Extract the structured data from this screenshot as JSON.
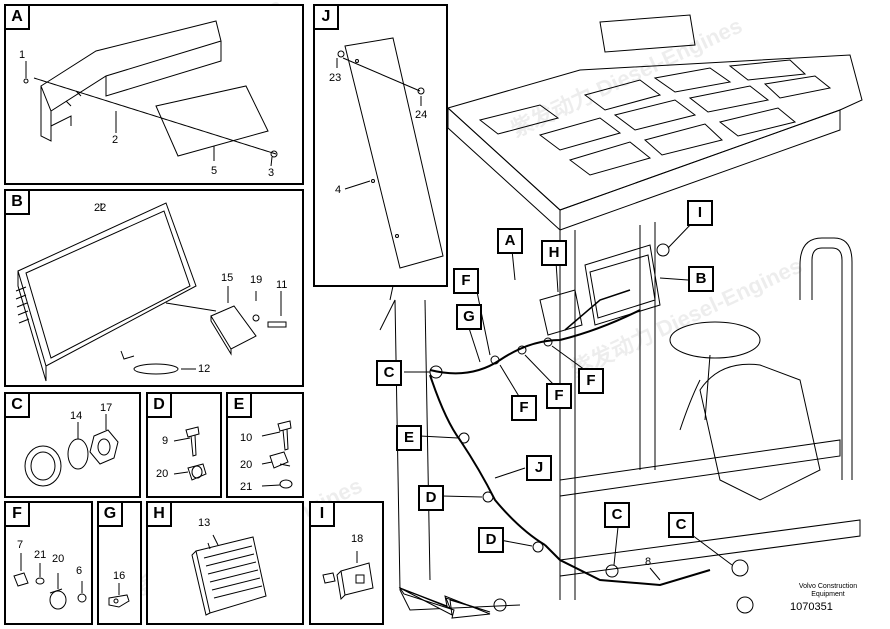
{
  "panels": {
    "A": {
      "label": "A",
      "parts": [
        "1",
        "2",
        "5",
        "3"
      ]
    },
    "B": {
      "label": "B",
      "parts": [
        "22",
        "15",
        "19",
        "11",
        "12"
      ]
    },
    "C": {
      "label": "C",
      "parts": [
        "14",
        "17"
      ]
    },
    "D": {
      "label": "D",
      "parts": [
        "9",
        "20"
      ]
    },
    "E": {
      "label": "E",
      "parts": [
        "10",
        "20",
        "21"
      ]
    },
    "F": {
      "label": "F",
      "parts": [
        "7",
        "21",
        "20",
        "6"
      ]
    },
    "G": {
      "label": "G",
      "parts": [
        "16"
      ]
    },
    "H": {
      "label": "H",
      "parts": [
        "13"
      ]
    },
    "I": {
      "label": "I",
      "parts": [
        "18"
      ]
    },
    "J": {
      "label": "J",
      "parts": [
        "23",
        "24",
        "4"
      ]
    }
  },
  "callouts": {
    "A": "A",
    "B": "B",
    "C1": "C",
    "C2": "C",
    "C3": "C",
    "D1": "D",
    "D2": "D",
    "E": "E",
    "F1": "F",
    "F2": "F",
    "F3": "F",
    "F4": "F",
    "G": "G",
    "H": "H",
    "I": "I",
    "J": "J",
    "part8": "8"
  },
  "footer": {
    "line1": "Volvo Construction",
    "line2": "Equipment",
    "drawing_number": "1070351"
  }
}
